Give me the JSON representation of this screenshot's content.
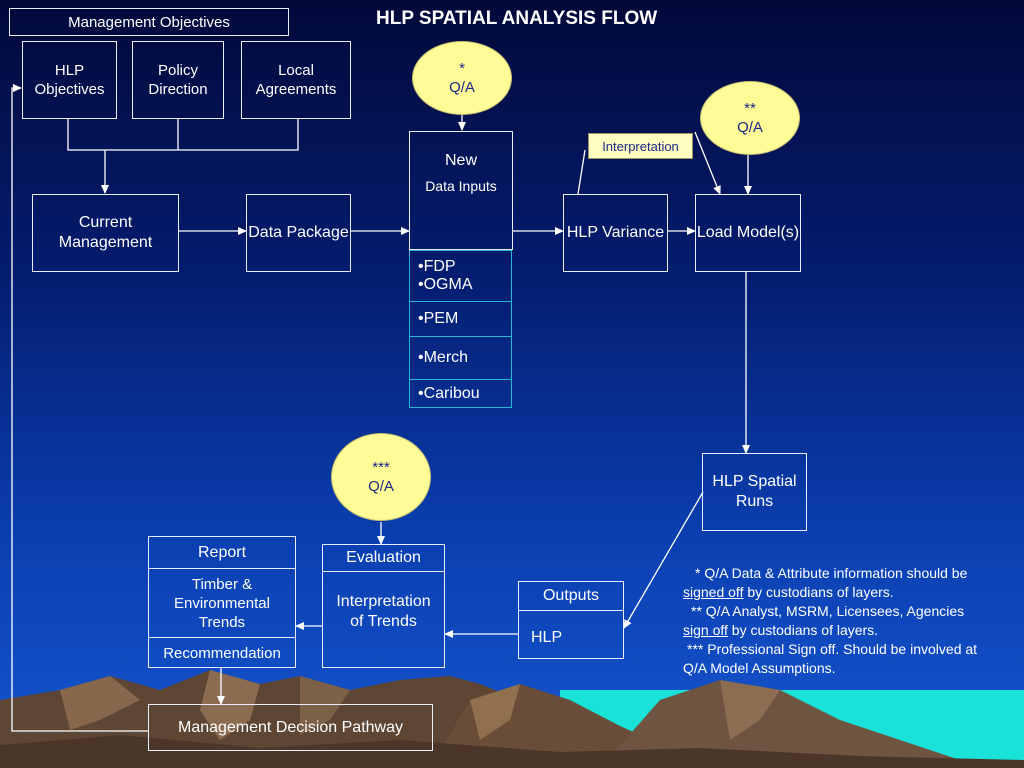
{
  "title": "HLP SPATIAL ANALYSIS FLOW",
  "management_objectives": "Management Objectives",
  "hlp_objectives": "HLP Objectives",
  "policy_direction": "Policy Direction",
  "local_agreements": "Local Agreements",
  "current_management": "Current Management",
  "data_package": "Data Package",
  "new_data_inputs": {
    "new": "New",
    "data_inputs": "Data Inputs"
  },
  "input_items": [
    "•FDP",
    "•OGMA",
    "•PEM",
    "•Merch",
    "•Caribou"
  ],
  "qa1": {
    "star": "*",
    "label": "Q/A"
  },
  "qa2": {
    "star": "**",
    "label": "Q/A"
  },
  "qa3": {
    "star": "***",
    "label": "Q/A"
  },
  "interpretation_label": "Interpretation",
  "hlp_variance": "HLP Variance",
  "load_models": "Load Model(s)",
  "hlp_spatial_runs": "HLP Spatial Runs",
  "outputs": {
    "header": "Outputs",
    "body": "HLP"
  },
  "evaluation": {
    "header": "Evaluation",
    "body": "Interpretation of Trends"
  },
  "report": {
    "header": "Report",
    "body": "Timber & Environmental Trends",
    "footer": "Recommendation"
  },
  "management_decision_pathway": "Management Decision Pathway",
  "notes": {
    "n1_prefix": "*   Q/A Data & Attribute information should be ",
    "n1_link": "signed off",
    "n1_suffix": " by custodians of layers.",
    "n2_prefix": "**   Q/A Analyst, MSRM, Licensees, Agencies ",
    "n2_link": "sign off",
    "n2_suffix": " by custodians of layers.",
    "n3": "***   Professional Sign off.  Should be involved at Q/A Model Assumptions."
  },
  "colors": {
    "oval_fill": "#fffb96",
    "box_border": "#e8eefc",
    "cyan_border": "#27b7d6"
  }
}
